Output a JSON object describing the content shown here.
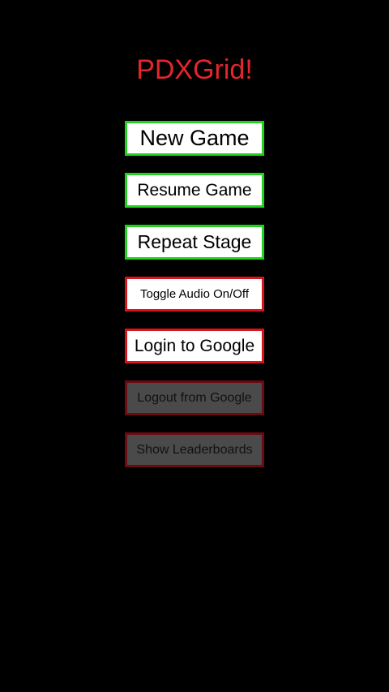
{
  "app": {
    "title": "PDXGrid!"
  },
  "menu": {
    "new_game": "New Game",
    "resume_game": "Resume Game",
    "repeat_stage": "Repeat Stage",
    "toggle_audio": "Toggle Audio On/Off",
    "login_google": "Login to Google",
    "logout_google": "Logout from Google",
    "show_leaderboards": "Show Leaderboards"
  },
  "colors": {
    "background": "#000000",
    "title": "#e3262b",
    "enabled_border_green": "#1fd31f",
    "enabled_border_red": "#d9141c",
    "disabled_fill": "#4a4a4a",
    "disabled_border": "#6b0a10"
  }
}
